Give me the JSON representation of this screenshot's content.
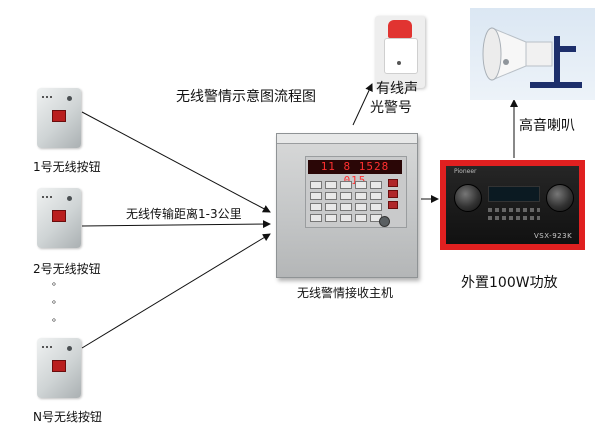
{
  "diagram": {
    "title": "无线警情示意图流程图",
    "buttons": [
      {
        "label": "1号无线按钮"
      },
      {
        "label": "2号无线按钮"
      },
      {
        "label": "N号无线按钮"
      }
    ],
    "ellipsis_dot": "。",
    "transmission_label": "无线传输距离1-3公里",
    "receiver_label": "无线警情接收主机",
    "receiver_display": "11 8 1528 015",
    "siren_label_line1": "有线声",
    "siren_label_line2": "光警号",
    "horn_label": "高音喇叭",
    "amplifier_label": "外置100W功放",
    "amplifier_brand": "Pioneer",
    "amplifier_model": "VSX-923K"
  },
  "colors": {
    "arrow": "#111111",
    "alarm_red": "#e13431",
    "amp_red": "#e02020"
  }
}
